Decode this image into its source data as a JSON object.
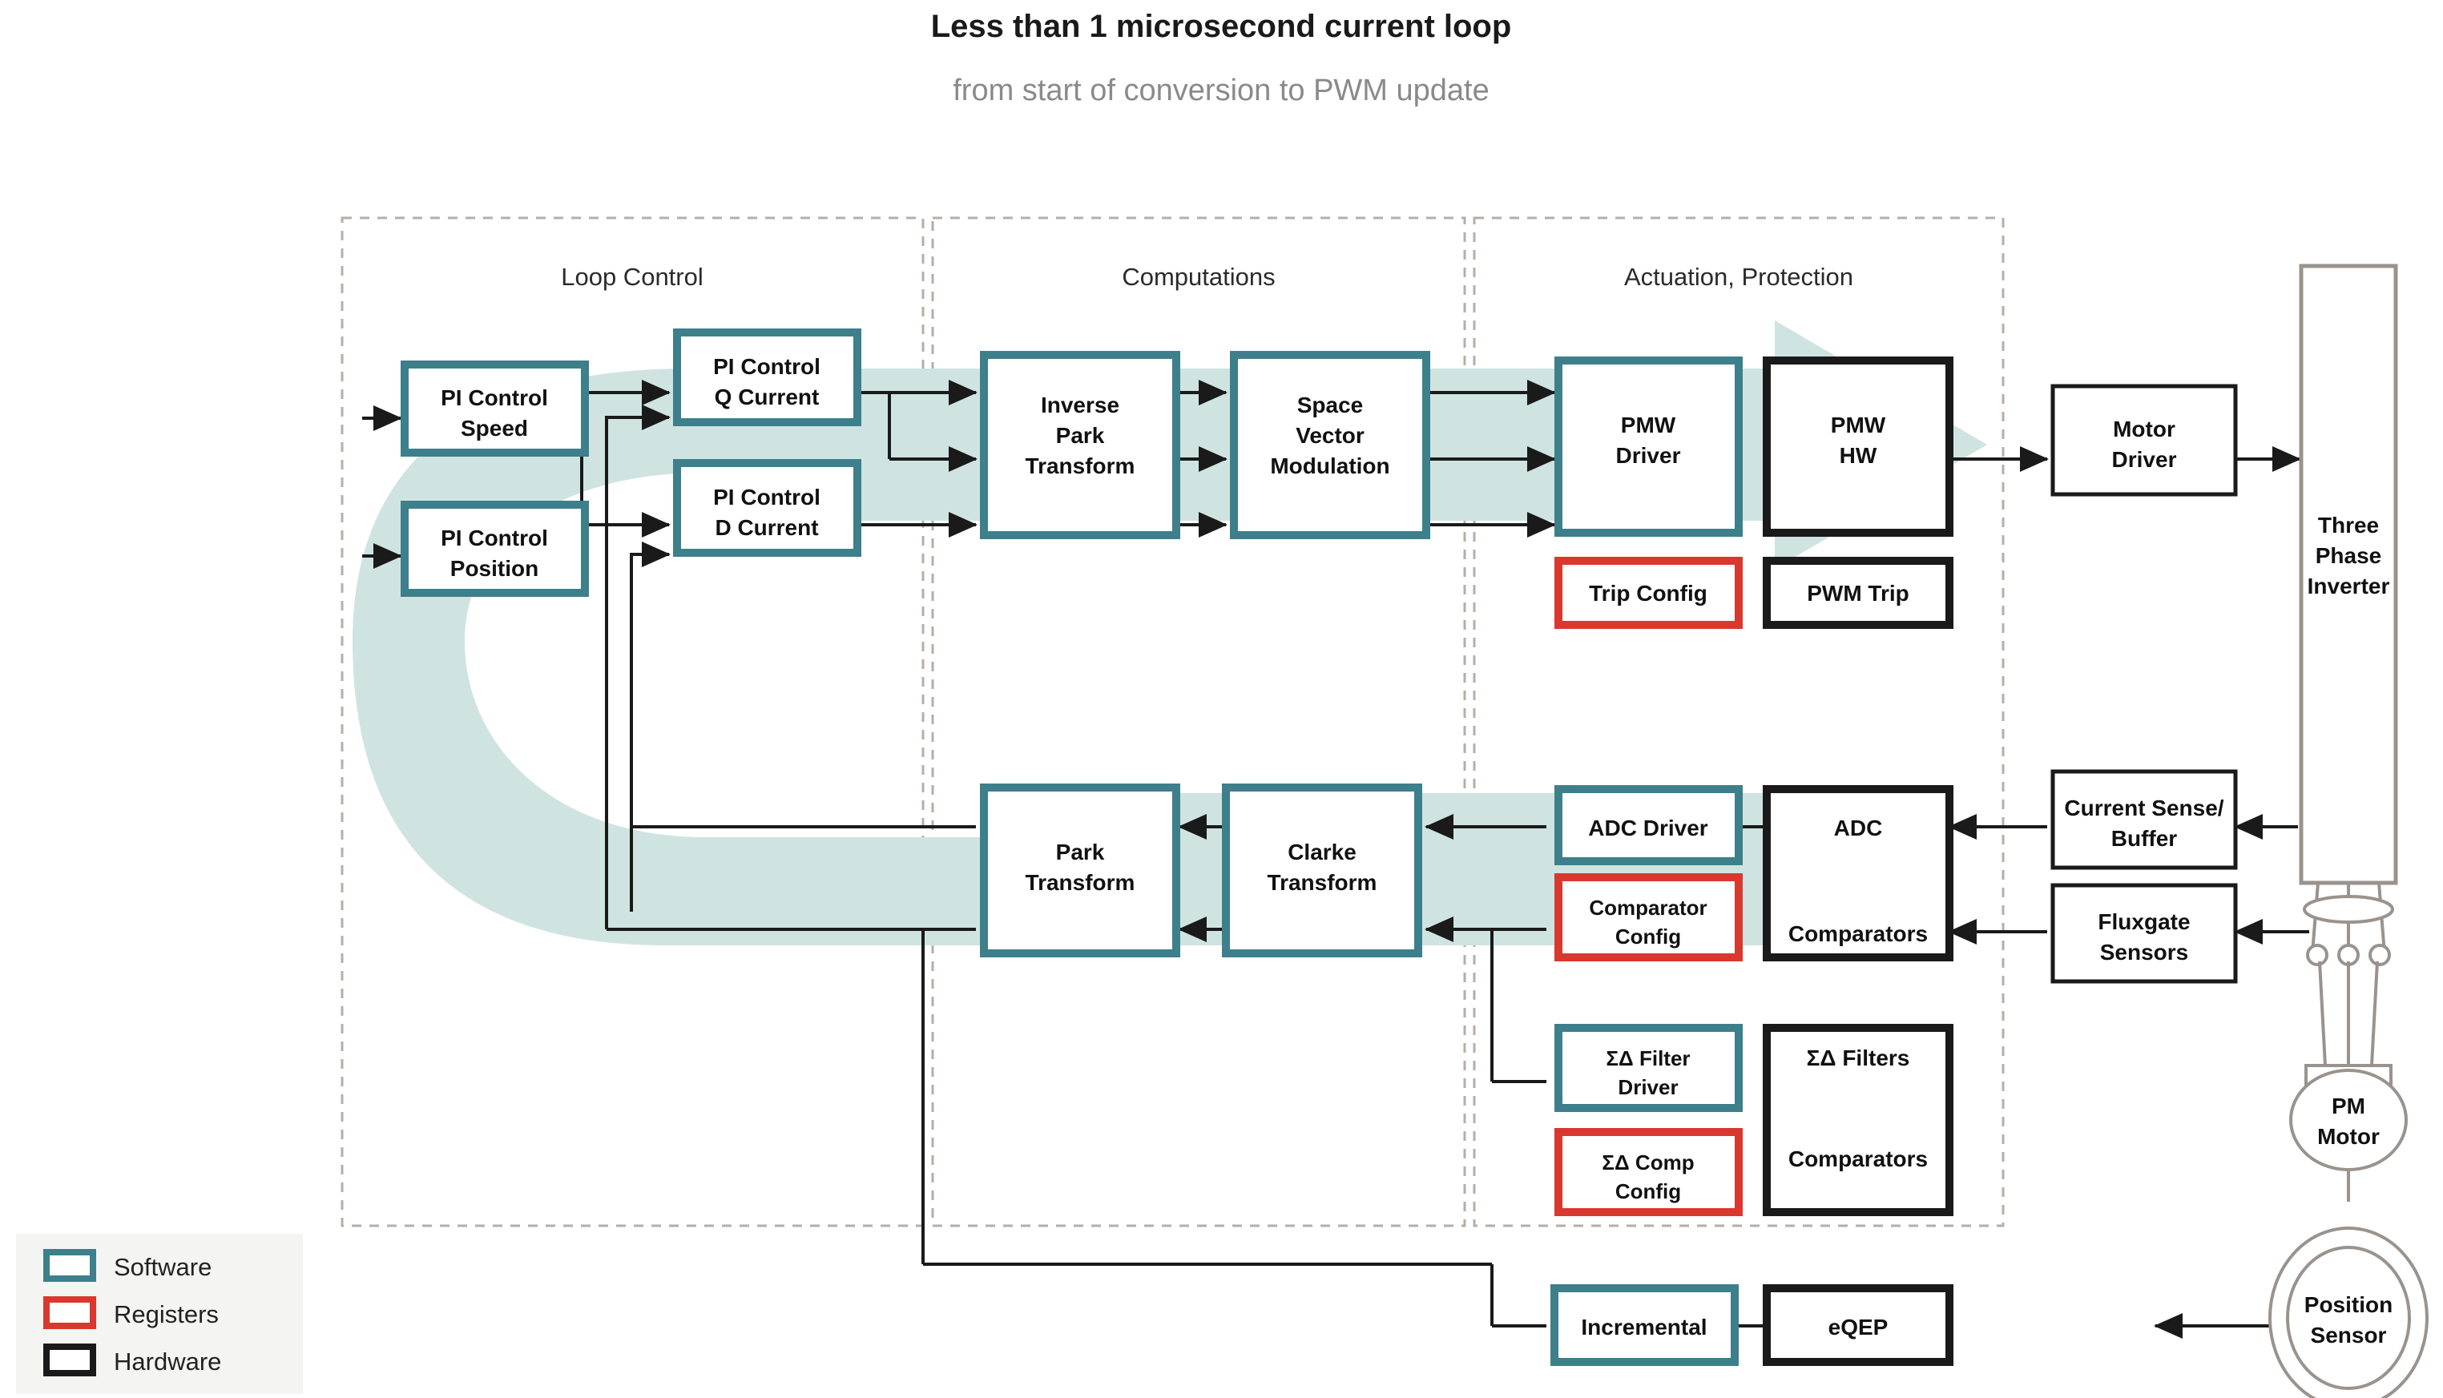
{
  "header": {
    "title": "Less than 1 microsecond current loop",
    "subtitle": "from start of conversion to PWM update"
  },
  "sections": [
    {
      "id": "loop-control",
      "label": "Loop Control"
    },
    {
      "id": "computations",
      "label": "Computations"
    },
    {
      "id": "actuation",
      "label": "Actuation, Protection"
    }
  ],
  "legend": {
    "items": [
      {
        "label": "Software",
        "color": "#3d7f8a"
      },
      {
        "label": "Registers",
        "color": "#d9382f"
      },
      {
        "label": "Hardware",
        "color": "#1a1a1a"
      }
    ]
  },
  "colors": {
    "software": "#3d7f8a",
    "registers": "#d9382f",
    "hardware": "#1a1a1a",
    "highlight": "#cfe4e1",
    "section_border": "#b7aea6",
    "subtitle": "#8a8a8a"
  },
  "blocks": {
    "pi_speed": {
      "line1": "PI Control",
      "line2": "Speed",
      "kind": "software"
    },
    "pi_position": {
      "line1": "PI Control",
      "line2": "Position",
      "kind": "software"
    },
    "pi_q": {
      "line1": "PI Control",
      "line2": "Q Current",
      "kind": "software"
    },
    "pi_d": {
      "line1": "PI Control",
      "line2": "D Current",
      "kind": "software"
    },
    "inv_park": {
      "line1": "Inverse",
      "line2": "Park",
      "line3": "Transform",
      "kind": "software"
    },
    "svm": {
      "line1": "Space",
      "line2": "Vector",
      "line3": "Modulation",
      "kind": "software"
    },
    "pmw_driver": {
      "line1": "PMW",
      "line2": "Driver",
      "kind": "software"
    },
    "pmw_hw": {
      "line1": "PMW",
      "line2": "HW",
      "kind": "hardware"
    },
    "trip_config": {
      "line1": "Trip Config",
      "kind": "registers"
    },
    "pwm_trip": {
      "line1": "PWM Trip",
      "kind": "hardware"
    },
    "motor_driver": {
      "line1": "Motor",
      "line2": "Driver",
      "kind": "plain"
    },
    "three_phase": {
      "line1": "Three",
      "line2": "Phase",
      "line3": "Inverter",
      "kind": "gray"
    },
    "park": {
      "line1": "Park",
      "line2": "Transform",
      "kind": "software"
    },
    "clarke": {
      "line1": "Clarke",
      "line2": "Transform",
      "kind": "software"
    },
    "adc_driver": {
      "line1": "ADC Driver",
      "kind": "software"
    },
    "comp_config": {
      "line1": "Comparator",
      "line2": "Config",
      "kind": "registers"
    },
    "adc_comp": {
      "line1": "ADC",
      "line2": "Comparators",
      "kind": "hardware"
    },
    "sd_filter_drv": {
      "line1": "ΣΔ Filter",
      "line2": "Driver",
      "kind": "software"
    },
    "sd_comp_cfg": {
      "line1": "ΣΔ Comp",
      "line2": "Config",
      "kind": "registers"
    },
    "sd_filters": {
      "line1": "ΣΔ Filters",
      "line2": "Comparators",
      "kind": "hardware"
    },
    "current_sense": {
      "line1": "Current Sense/",
      "line2": "Buffer",
      "kind": "plain"
    },
    "fluxgate": {
      "line1": "Fluxgate",
      "line2": "Sensors",
      "kind": "plain"
    },
    "incremental": {
      "line1": "Incremental",
      "kind": "software"
    },
    "eqep": {
      "line1": "eQEP",
      "kind": "hardware"
    },
    "pm_motor": {
      "line1": "PM",
      "line2": "Motor",
      "kind": "ellipse"
    },
    "position_sensor": {
      "line1": "Position",
      "line2": "Sensor",
      "kind": "ellipse-double"
    }
  }
}
